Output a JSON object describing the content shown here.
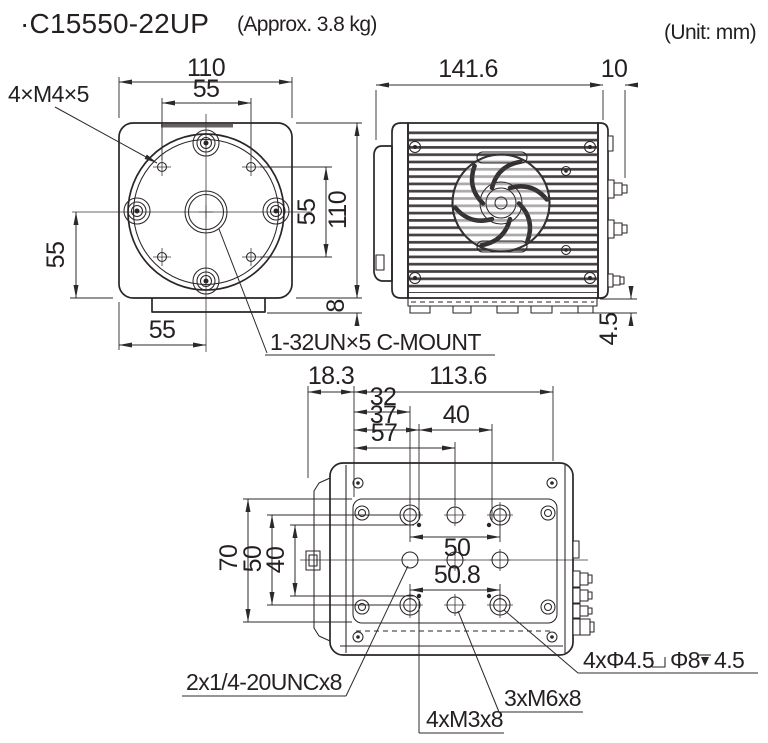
{
  "title": {
    "model": "·C15550-22UP",
    "weight": "(Approx. 3.8 kg)",
    "unit": "(Unit: mm)"
  },
  "front_view": {
    "dim_width_top": "110",
    "dim_hole_span_top": "55",
    "dim_left": "55",
    "dim_bottom": "55",
    "dim_right_inner": "55",
    "dim_right_outer": "110",
    "dim_tab": "8",
    "label_mount_holes": "4×M4×5",
    "label_lens_mount": "1-32UN×5 C-MOUNT"
  },
  "side_view": {
    "dim_length": "141.6",
    "dim_connector": "10",
    "dim_foot": "4.5"
  },
  "bottom_view": {
    "dim_flange": "18.3",
    "dim_body": "113.6",
    "dim_32": "32",
    "dim_37": "37",
    "dim_40_h": "40",
    "dim_57": "57",
    "dim_50_row": "50",
    "dim_508": "50.8",
    "dim_70": "70",
    "dim_50_v": "50",
    "dim_40_v": "40",
    "label_unc": "2x1/4-20UNCx8",
    "label_m6": "3xM6x8",
    "label_m3": "4xM3x8",
    "label_cbore_prefix": "4xΦ4.5",
    "label_cbore_dia": "Φ8",
    "label_cbore_depth": "4.5"
  }
}
